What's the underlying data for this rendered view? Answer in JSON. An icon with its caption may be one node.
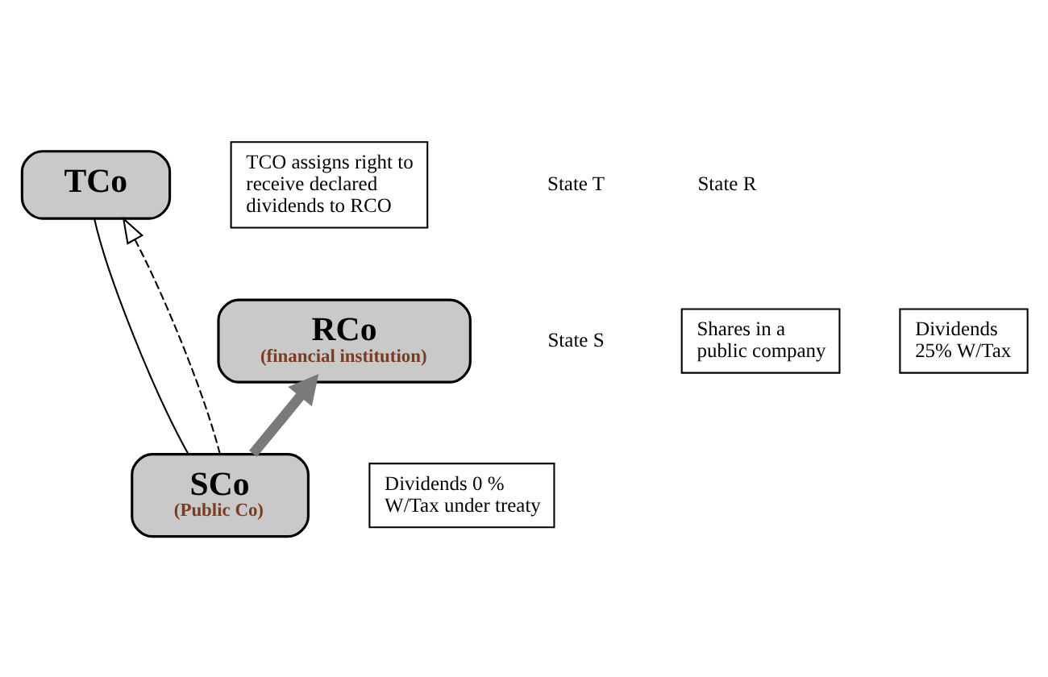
{
  "diagram": {
    "nodes": [
      {
        "text": [
          "TCo"
        ]
      },
      {
        "text": [
          "TCO assigns right to receive declared dividends to RCO"
        ]
      },
      {
        "text": [
          "Shares in a public company"
        ]
      },
      {
        "text": [
          "Dividends 25% W/Tax"
        ]
      },
      {
        "text": [
          "RCo",
          "(financial institution)"
        ]
      },
      {
        "text": [
          "SCo",
          "(Public Co)"
        ]
      },
      {
        "text": [
          "Dividends 0 % W/Tax under treaty"
        ]
      }
    ],
    "edges": [
      {
        "from": 0,
        "to": 5,
        "arrow": "none"
      },
      {
        "from": 5,
        "to": 0,
        "arrow": "to",
        "style": "dashed"
      },
      {
        "from": 5,
        "to": 4,
        "arrow": "to",
        "style": "thick",
        "color": "#7a7a7a"
      }
    ],
    "labels": [
      "State R",
      "State T",
      "State S"
    ]
  }
}
